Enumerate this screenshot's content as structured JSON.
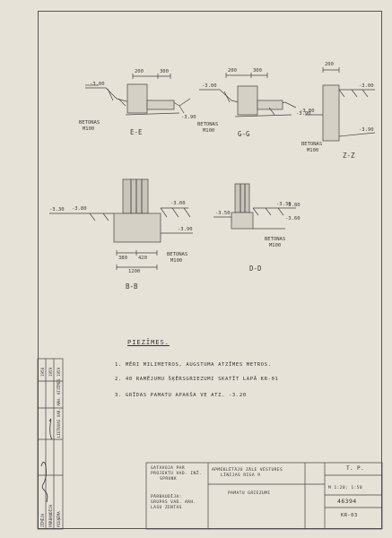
{
  "sections": {
    "e": {
      "label": "E-E",
      "levels": [
        "-3.00",
        "-3.90"
      ],
      "dims": [
        "200",
        "300"
      ],
      "material": [
        "BETONAS",
        "M100"
      ]
    },
    "g": {
      "label": "G-G",
      "levels": [
        "-3.00",
        "-3.90"
      ],
      "dims": [
        "200",
        "300"
      ],
      "material": [
        "BETONAS",
        "M100"
      ]
    },
    "z": {
      "label": "Z-Z",
      "levels": [
        "-3.00",
        "-3.80",
        "-3.90"
      ],
      "dims": [
        "200"
      ],
      "material": [
        "BETONAS",
        "M100"
      ]
    },
    "b": {
      "label": "B-B",
      "levels": [
        "-3.00",
        "-3.30",
        "-3.80",
        "-3.90"
      ],
      "dims": [
        "380",
        "420",
        "1200"
      ],
      "material": [
        "BETONAS",
        "M100"
      ]
    },
    "d": {
      "label": "D-D",
      "levels": [
        "-3.30",
        "-3.50",
        "-3.60",
        "-3.80"
      ],
      "material": [
        "BETONAS",
        "M100"
      ]
    }
  },
  "notes": {
    "heading": "PIEZĪMES.",
    "lines": [
      "1. MĒRI MILIMETROS, AUGSTUMA ATZĪMES METROS.",
      "2. 40 RAMĒJUMU ŠĶĒRSGRIEZUMI SKATĪT LAPĀ KR-01",
      "3. GRĪDAS PAMATU APAKŠA VE ATZ. -3.20"
    ]
  },
  "title_block": {
    "left_col": [
      "GATAVOJA PAR",
      "PROJEKTU VAD. INŽ.",
      "SPRUNK",
      "PĀRBAUDĪJA:",
      "GRUPAS VAD. ARH.",
      "LASU ZENTAS"
    ],
    "object_line": [
      "APMEKLĒTĀJU ZĀLE VĒSTURES",
      "LĪNIJAS RIGA 9"
    ],
    "drawing_title": "PAMATU GRIEZUMI",
    "stage": "T. P.",
    "scale": "M 1:20; 1:50",
    "number": "46394",
    "sheet": "KR-03"
  },
  "side_stamp": {
    "rows": [
      "1958",
      "1959",
      "1959",
      "LIETUVAS VAR. ARH. ATZĪMES",
      "ZĪMĒJA",
      "PĀRBAUDĪJA",
      "PIEŅĒMA"
    ]
  }
}
